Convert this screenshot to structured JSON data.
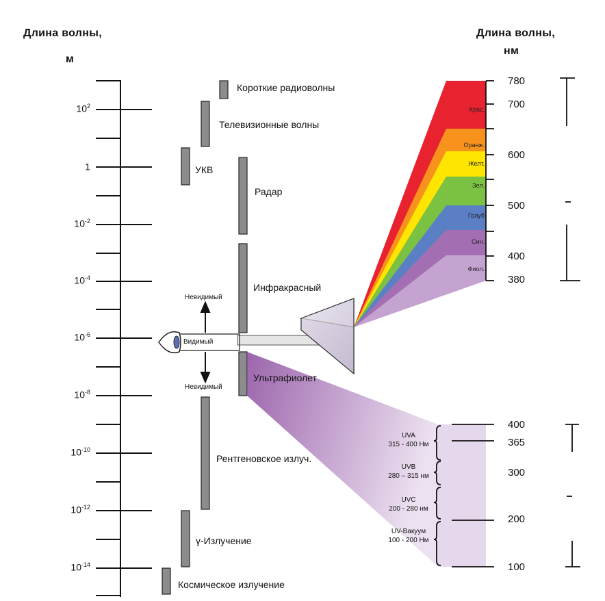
{
  "left_header": {
    "line1": "Длина волны,",
    "line2": "м"
  },
  "right_header": {
    "line1": "Длина волны,",
    "line2": "нм"
  },
  "left_ticks": [
    {
      "base": "10",
      "exp": "2"
    },
    {
      "base": "1",
      "exp": ""
    },
    {
      "base": "10",
      "exp": "-2"
    },
    {
      "base": "10",
      "exp": "-4"
    },
    {
      "base": "10",
      "exp": "-6"
    },
    {
      "base": "10",
      "exp": "-8"
    },
    {
      "base": "10",
      "exp": "-10"
    },
    {
      "base": "10",
      "exp": "-12"
    },
    {
      "base": "10",
      "exp": "-14"
    }
  ],
  "bands": [
    "Короткие радиоволны",
    "Телевизионные волны",
    "УКВ",
    "Радар",
    "Инфракрасный",
    "Ультрафиолет",
    "Рентгеновское излуч.",
    "γ-Излучение",
    "Космическое излучение"
  ],
  "eye": {
    "visible": "Видимый",
    "invisible_up": "Невидимый",
    "invisible_down": "Невидимый"
  },
  "visible_scale": [
    "780",
    "700",
    "600",
    "500",
    "400",
    "380"
  ],
  "visible_colors": [
    {
      "label": "Крас.",
      "color": "#e8232f"
    },
    {
      "label": "Оранж.",
      "color": "#f7931d"
    },
    {
      "label": "Желт.",
      "color": "#ffe500"
    },
    {
      "label": "Зел.",
      "color": "#7cc242"
    },
    {
      "label": "Голуб",
      "color": "#5b7fc5"
    },
    {
      "label": "Син.",
      "color": "#a46fb2"
    },
    {
      "label": "Фиол.",
      "color": "#c5a3d1"
    }
  ],
  "uv_scale": [
    "400",
    "365",
    "300",
    "200",
    "100"
  ],
  "uv_bands": [
    {
      "name": "UVA",
      "range": "315 - 400 Нм"
    },
    {
      "name": "UVB",
      "range": "280 – 315 нм"
    },
    {
      "name": "UVC",
      "range": "200 - 280 нм"
    },
    {
      "name": "UV-Вакуум",
      "range": "100 - 200 Нм"
    }
  ]
}
